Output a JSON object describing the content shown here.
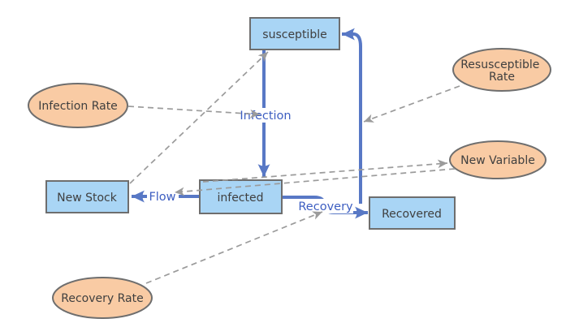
{
  "colors": {
    "background": "#ffffff",
    "stock_fill": "#a9d5f5",
    "stock_border": "#6e6e6e",
    "variable_fill": "#f9cba4",
    "variable_border": "#6e6e6e",
    "flow": "#5878c5",
    "flow_label": "#3d5ec1",
    "link": "#9b9b9b",
    "node_text": "#3f3f3f"
  },
  "diagram": {
    "type": "stock-and-flow",
    "stocks": {
      "susceptible": {
        "label": "susceptible"
      },
      "new_stock": {
        "label": "New Stock"
      },
      "infected": {
        "label": "infected"
      },
      "recovered": {
        "label": "Recovered"
      }
    },
    "variables": {
      "infection_rate": {
        "label": "Infection Rate"
      },
      "resusceptible_rate": {
        "label": "Resusceptible Rate",
        "line1": "Resusceptible",
        "line2": "Rate"
      },
      "new_variable": {
        "label": "New Variable"
      },
      "recovery_rate": {
        "label": "Recovery Rate"
      }
    },
    "flows": {
      "infection": {
        "label": "Infection"
      },
      "flow": {
        "label": "Flow"
      },
      "recovery": {
        "label": "Recovery"
      }
    },
    "links": [
      {
        "from": "Infection Rate",
        "to": "Infection"
      },
      {
        "from": "New Stock",
        "to": "susceptible"
      },
      {
        "from": "infected",
        "to": "New Variable"
      },
      {
        "from": "New Variable",
        "to": "Flow"
      },
      {
        "from": "Resusceptible Rate",
        "to": "resusceptible-flow"
      },
      {
        "from": "Recovery Rate",
        "to": "Recovery"
      }
    ]
  }
}
